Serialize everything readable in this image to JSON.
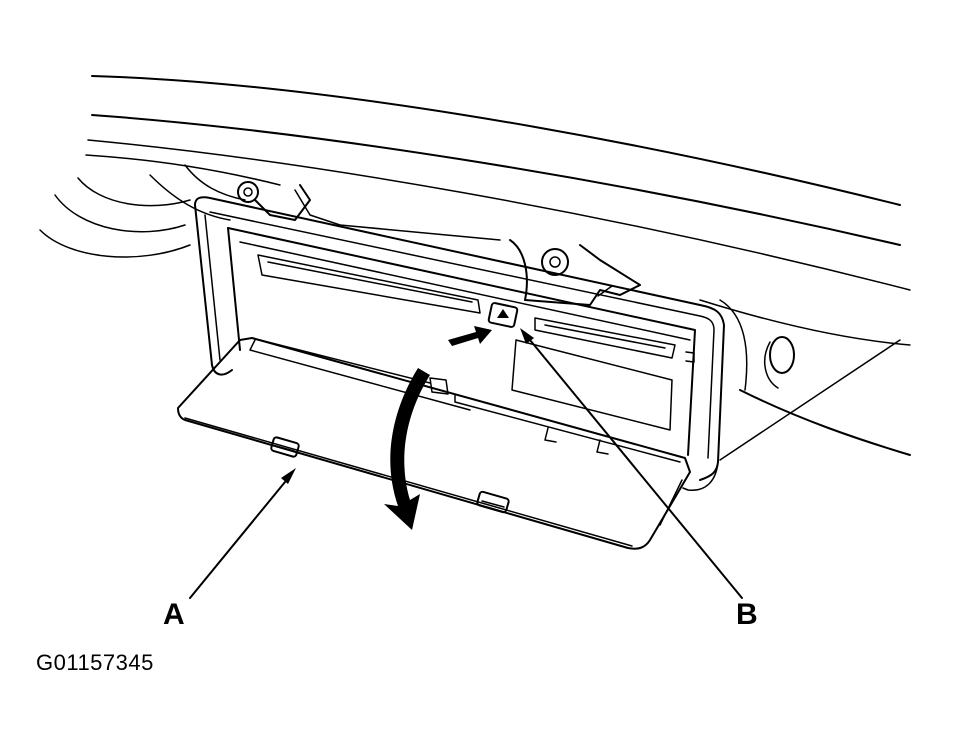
{
  "callouts": {
    "a": "A",
    "b": "B"
  },
  "figure_id": "G01157345",
  "colors": {
    "line": "#000000",
    "background": "#ffffff"
  }
}
